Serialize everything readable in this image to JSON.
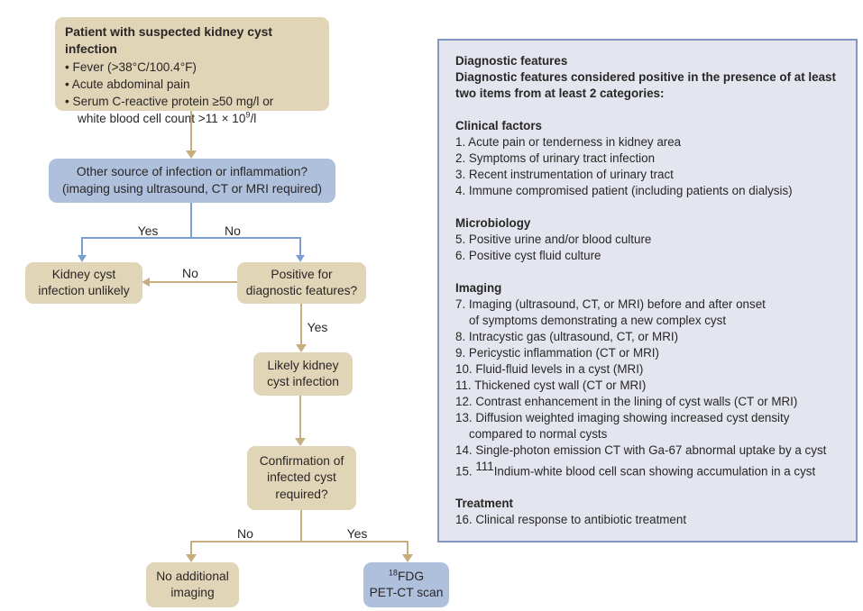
{
  "colors": {
    "tan_box": "#e1d5b8",
    "blue_box": "#afc0dd",
    "tan_line": "#c6ae81",
    "blue_line": "#7d9ed2",
    "panel_bg": "#e3e6ef",
    "panel_border": "#8495c1",
    "ink": "#2a2626",
    "background": "#ffffff"
  },
  "flowchart": {
    "start": {
      "title": "Patient with suspected kidney cyst infection",
      "line1": "• Fever (>38°C/100.4°F)",
      "line2": "• Acute abdominal pain",
      "line3": "• Serum C-reactive protein ≥50 mg/l or",
      "line4_pre": "white blood cell count >11 × 10",
      "line4_sup": "9",
      "line4_post": "/l"
    },
    "other_source": {
      "line1": "Other source of infection or inflammation?",
      "line2": "(imaging using ultrasound, CT or MRI required)"
    },
    "unlikely": {
      "line1": "Kidney cyst",
      "line2": "infection unlikely"
    },
    "positive": {
      "line1": "Positive for",
      "line2": "diagnostic features?"
    },
    "likely": {
      "line1": "Likely kidney",
      "line2": "cyst infection"
    },
    "confirmation": {
      "line1": "Confirmation of",
      "line2": "infected cyst",
      "line3": "required?"
    },
    "no_imaging": {
      "line1": "No additional",
      "line2": "imaging"
    },
    "petct": {
      "sup": "18",
      "line1": "FDG",
      "line2": "PET-CT scan"
    },
    "labels": {
      "yes1": "Yes",
      "no1": "No",
      "no2": "No",
      "yes2": "Yes",
      "no3": "No",
      "yes3": "Yes"
    }
  },
  "panel": {
    "title": "Diagnostic features",
    "intro_line1": "Diagnostic features considered positive in the presence of at least",
    "intro_line2": "two items from at least 2 categories:",
    "sections": [
      {
        "heading": "Clinical factors",
        "items": [
          {
            "prefix": "1.",
            "lines": [
              "Acute pain or tenderness in kidney area"
            ]
          },
          {
            "prefix": "2.",
            "lines": [
              "Symptoms of urinary tract infection"
            ]
          },
          {
            "prefix": "3.",
            "lines": [
              "Recent instrumentation of urinary tract"
            ]
          },
          {
            "prefix": "4.",
            "lines": [
              "Immune compromised patient (including patients on dialysis)"
            ]
          }
        ]
      },
      {
        "heading": "Microbiology",
        "items": [
          {
            "prefix": "5.",
            "lines": [
              "Positive urine and/or blood culture"
            ]
          },
          {
            "prefix": "6.",
            "lines": [
              "Positive cyst fluid culture"
            ]
          }
        ]
      },
      {
        "heading": "Imaging",
        "items": [
          {
            "prefix": "7.",
            "lines": [
              "Imaging (ultrasound, CT, or MRI) before and after onset",
              "of symptoms demonstrating a new complex cyst"
            ]
          },
          {
            "prefix": "8.",
            "lines": [
              "Intracystic gas (ultrasound, CT, or MRI)"
            ]
          },
          {
            "prefix": "9.",
            "lines": [
              "Pericystic inflammation (CT or MRI)"
            ]
          },
          {
            "prefix": "10.",
            "lines": [
              "Fluid-fluid levels in a cyst (MRI)"
            ]
          },
          {
            "prefix": "11.",
            "lines": [
              "Thickened cyst wall (CT or MRI)"
            ]
          },
          {
            "prefix": "12.",
            "lines": [
              "Contrast enhancement in the lining of cyst walls (CT or MRI)"
            ]
          },
          {
            "prefix": "13.",
            "lines": [
              "Diffusion weighted imaging showing increased cyst density",
              "compared to normal cysts"
            ]
          },
          {
            "prefix": "14.",
            "lines": [
              "Single-photon emission CT with Ga-67 abnormal uptake by a cyst"
            ]
          },
          {
            "prefix": "15.",
            "sup": "111",
            "lines": [
              "Indium-white blood cell scan showing accumulation in a cyst"
            ]
          }
        ]
      },
      {
        "heading": "Treatment",
        "items": [
          {
            "prefix": "16.",
            "lines": [
              "Clinical response to antibiotic treatment"
            ]
          }
        ]
      }
    ]
  }
}
